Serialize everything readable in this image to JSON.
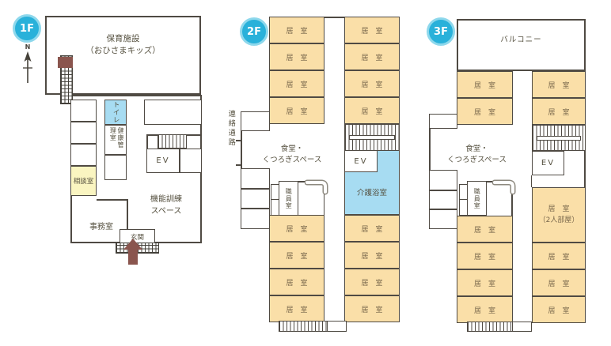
{
  "colors": {
    "room": "#fadfa8",
    "water": "#a7dcf2",
    "consult": "#faf5c1",
    "badge": "#29b1da",
    "badge_ring": "#8ed8ec",
    "wall": "#4f4a43",
    "accent": "#8a554e",
    "ink": "#55503f",
    "room_ink": "#7a684c"
  },
  "shared": {
    "room_label": "居　室"
  },
  "icons": {
    "north_arrow": "north-arrow",
    "entrance_arrow": "entrance-arrow-up",
    "counter": "counter-hook"
  },
  "floor1": {
    "badge": "1F",
    "compass_n": "N",
    "childcare": "保育施設\n（おひさまキッズ）",
    "toilet": "トイレ",
    "health": "健康管理室",
    "consult": "相談室",
    "office": "事務室",
    "training": "機能訓練\nスペース",
    "entrance": "玄関",
    "ev": "EV"
  },
  "floor2": {
    "badge": "2F",
    "corridor": "連絡通路",
    "dining": "食堂・\nくつろぎスペース",
    "staff": "職員室",
    "bath": "介護浴室",
    "ev": "EV"
  },
  "floor3": {
    "badge": "3F",
    "balcony": "バルコニー",
    "dining": "食堂・\nくつろぎスペース",
    "staff": "職員室",
    "double_room": "居　室\n（2人部屋）",
    "ev": "EV"
  }
}
